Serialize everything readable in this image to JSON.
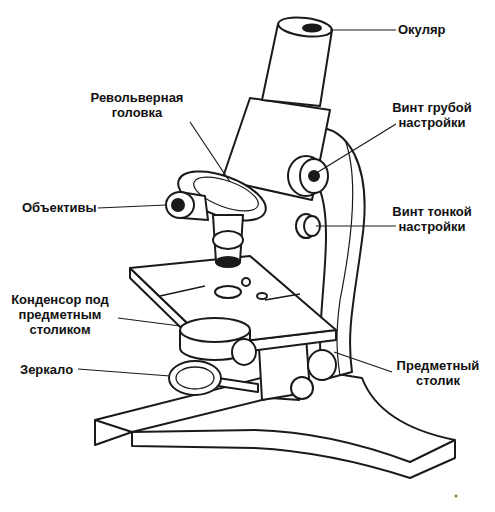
{
  "diagram": {
    "labels": [
      "Окуляр",
      "Револьверная головка",
      "Винт грубой настройки",
      "Объективы",
      "Винт тонкой настройки",
      "Конденсор под предметным столиком",
      "Зеркало",
      "Предметный столик"
    ]
  }
}
